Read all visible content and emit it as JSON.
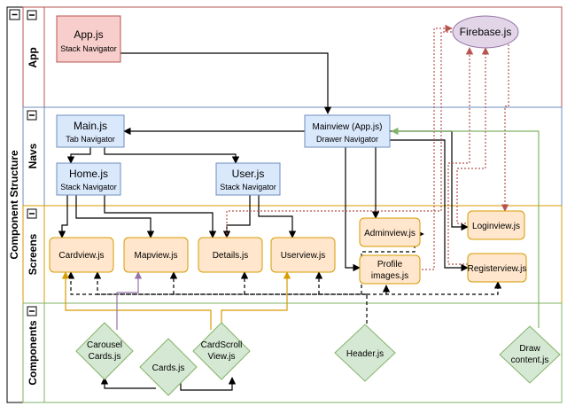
{
  "title": "Component Structure",
  "lanes": [
    {
      "label": "App",
      "stroke": "#b85450",
      "fill": "#f8cecc"
    },
    {
      "label": "Navs",
      "stroke": "#6c8ebf",
      "fill": "#dae8fc"
    },
    {
      "label": "Screens",
      "stroke": "#d79b00",
      "fill": "#ffe6cc"
    },
    {
      "label": "Components",
      "stroke": "#82b366",
      "fill": "#d5e8d4"
    }
  ],
  "nodes": {
    "appjs": {
      "line1": "App.js",
      "line2": "Stack Navigator"
    },
    "firebase": {
      "label": "Firebase.js"
    },
    "mainjs": {
      "line1": "Main.js",
      "line2": "Tab Navigator"
    },
    "mainview": {
      "line1": "Mainview (App.js)",
      "line2": "Drawer Navigator"
    },
    "homejs": {
      "line1": "Home.js",
      "line2": "Stack Navigator"
    },
    "userjs": {
      "line1": "User.js",
      "line2": "Stack Navigator"
    },
    "cardview": {
      "label": "Cardview.js"
    },
    "mapview": {
      "label": "Mapview.js"
    },
    "details": {
      "label": "Details.js"
    },
    "userview": {
      "label": "Userview.js"
    },
    "adminview": {
      "label": "Adminview.js"
    },
    "profileimages": {
      "line1": "Profile",
      "line2": "images.js"
    },
    "loginview": {
      "label": "Loginview.js"
    },
    "registerview": {
      "label": "Registerview.js"
    },
    "carousel": {
      "line1": "Carousel",
      "line2": "Cards.js"
    },
    "cards": {
      "label": "Cards.js"
    },
    "cardscroll": {
      "line1": "CardScroll",
      "line2": "View.js"
    },
    "header": {
      "label": "Header.js"
    },
    "draw": {
      "line1": "Draw",
      "line2": "content.js"
    }
  },
  "colors": {
    "edge": "#000000",
    "firebase_edge": "#b85450",
    "firebase_fill": "#e1d5e7",
    "firebase_stroke": "#9673a6",
    "component_edge": "#d79b00",
    "mapview_edge": "#9673a6",
    "draw_edge": "#82b366"
  },
  "icons": {
    "collapse": "minus-icon"
  }
}
